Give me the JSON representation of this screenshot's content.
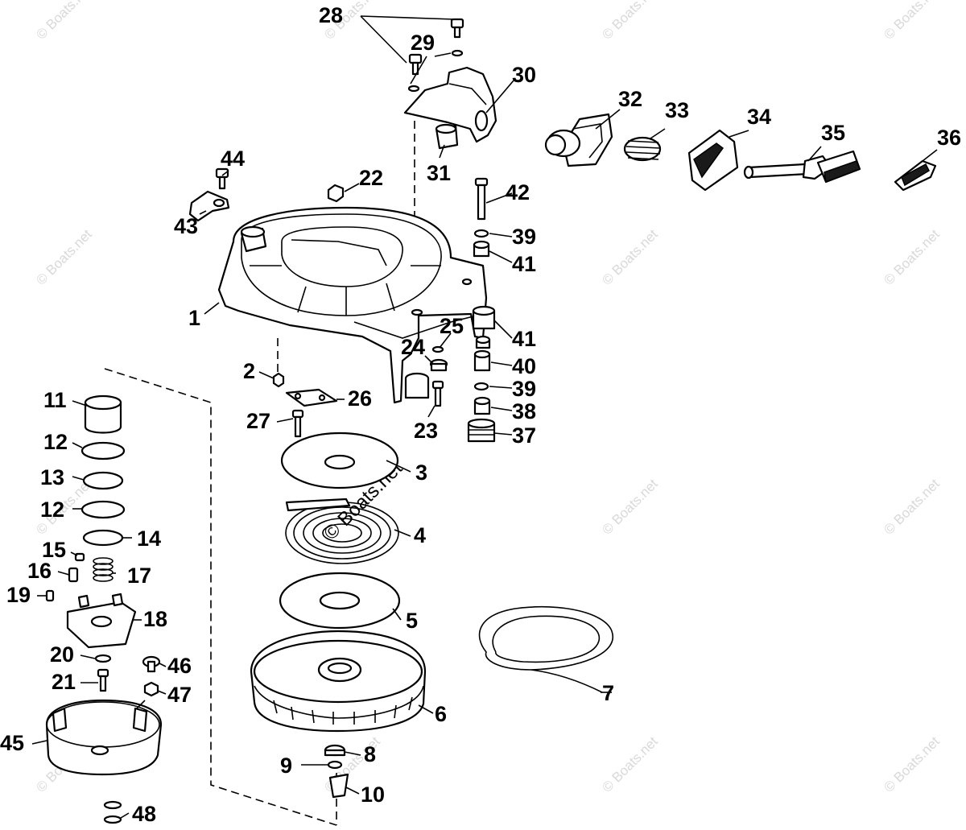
{
  "watermark": "© Boats.net",
  "callouts": {
    "c1": "1",
    "c2": "2",
    "c3": "3",
    "c4": "4",
    "c5": "5",
    "c6": "6",
    "c7": "7",
    "c8": "8",
    "c9": "9",
    "c10": "10",
    "c11": "11",
    "c12a": "12",
    "c12b": "12",
    "c13": "13",
    "c14": "14",
    "c15": "15",
    "c16": "16",
    "c17": "17",
    "c18": "18",
    "c19": "19",
    "c20": "20",
    "c21": "21",
    "c22": "22",
    "c23": "23",
    "c24": "24",
    "c25": "25",
    "c26": "26",
    "c27": "27",
    "c28": "28",
    "c29": "29",
    "c30": "30",
    "c31": "31",
    "c32": "32",
    "c33": "33",
    "c34": "34",
    "c35": "35",
    "c36": "36",
    "c37": "37",
    "c38": "38",
    "c39a": "39",
    "c39b": "39",
    "c40": "40",
    "c41a": "41",
    "c41b": "41",
    "c42": "42",
    "c43": "43",
    "c44": "44",
    "c45": "45",
    "c46": "46",
    "c47": "47",
    "c48": "48"
  }
}
